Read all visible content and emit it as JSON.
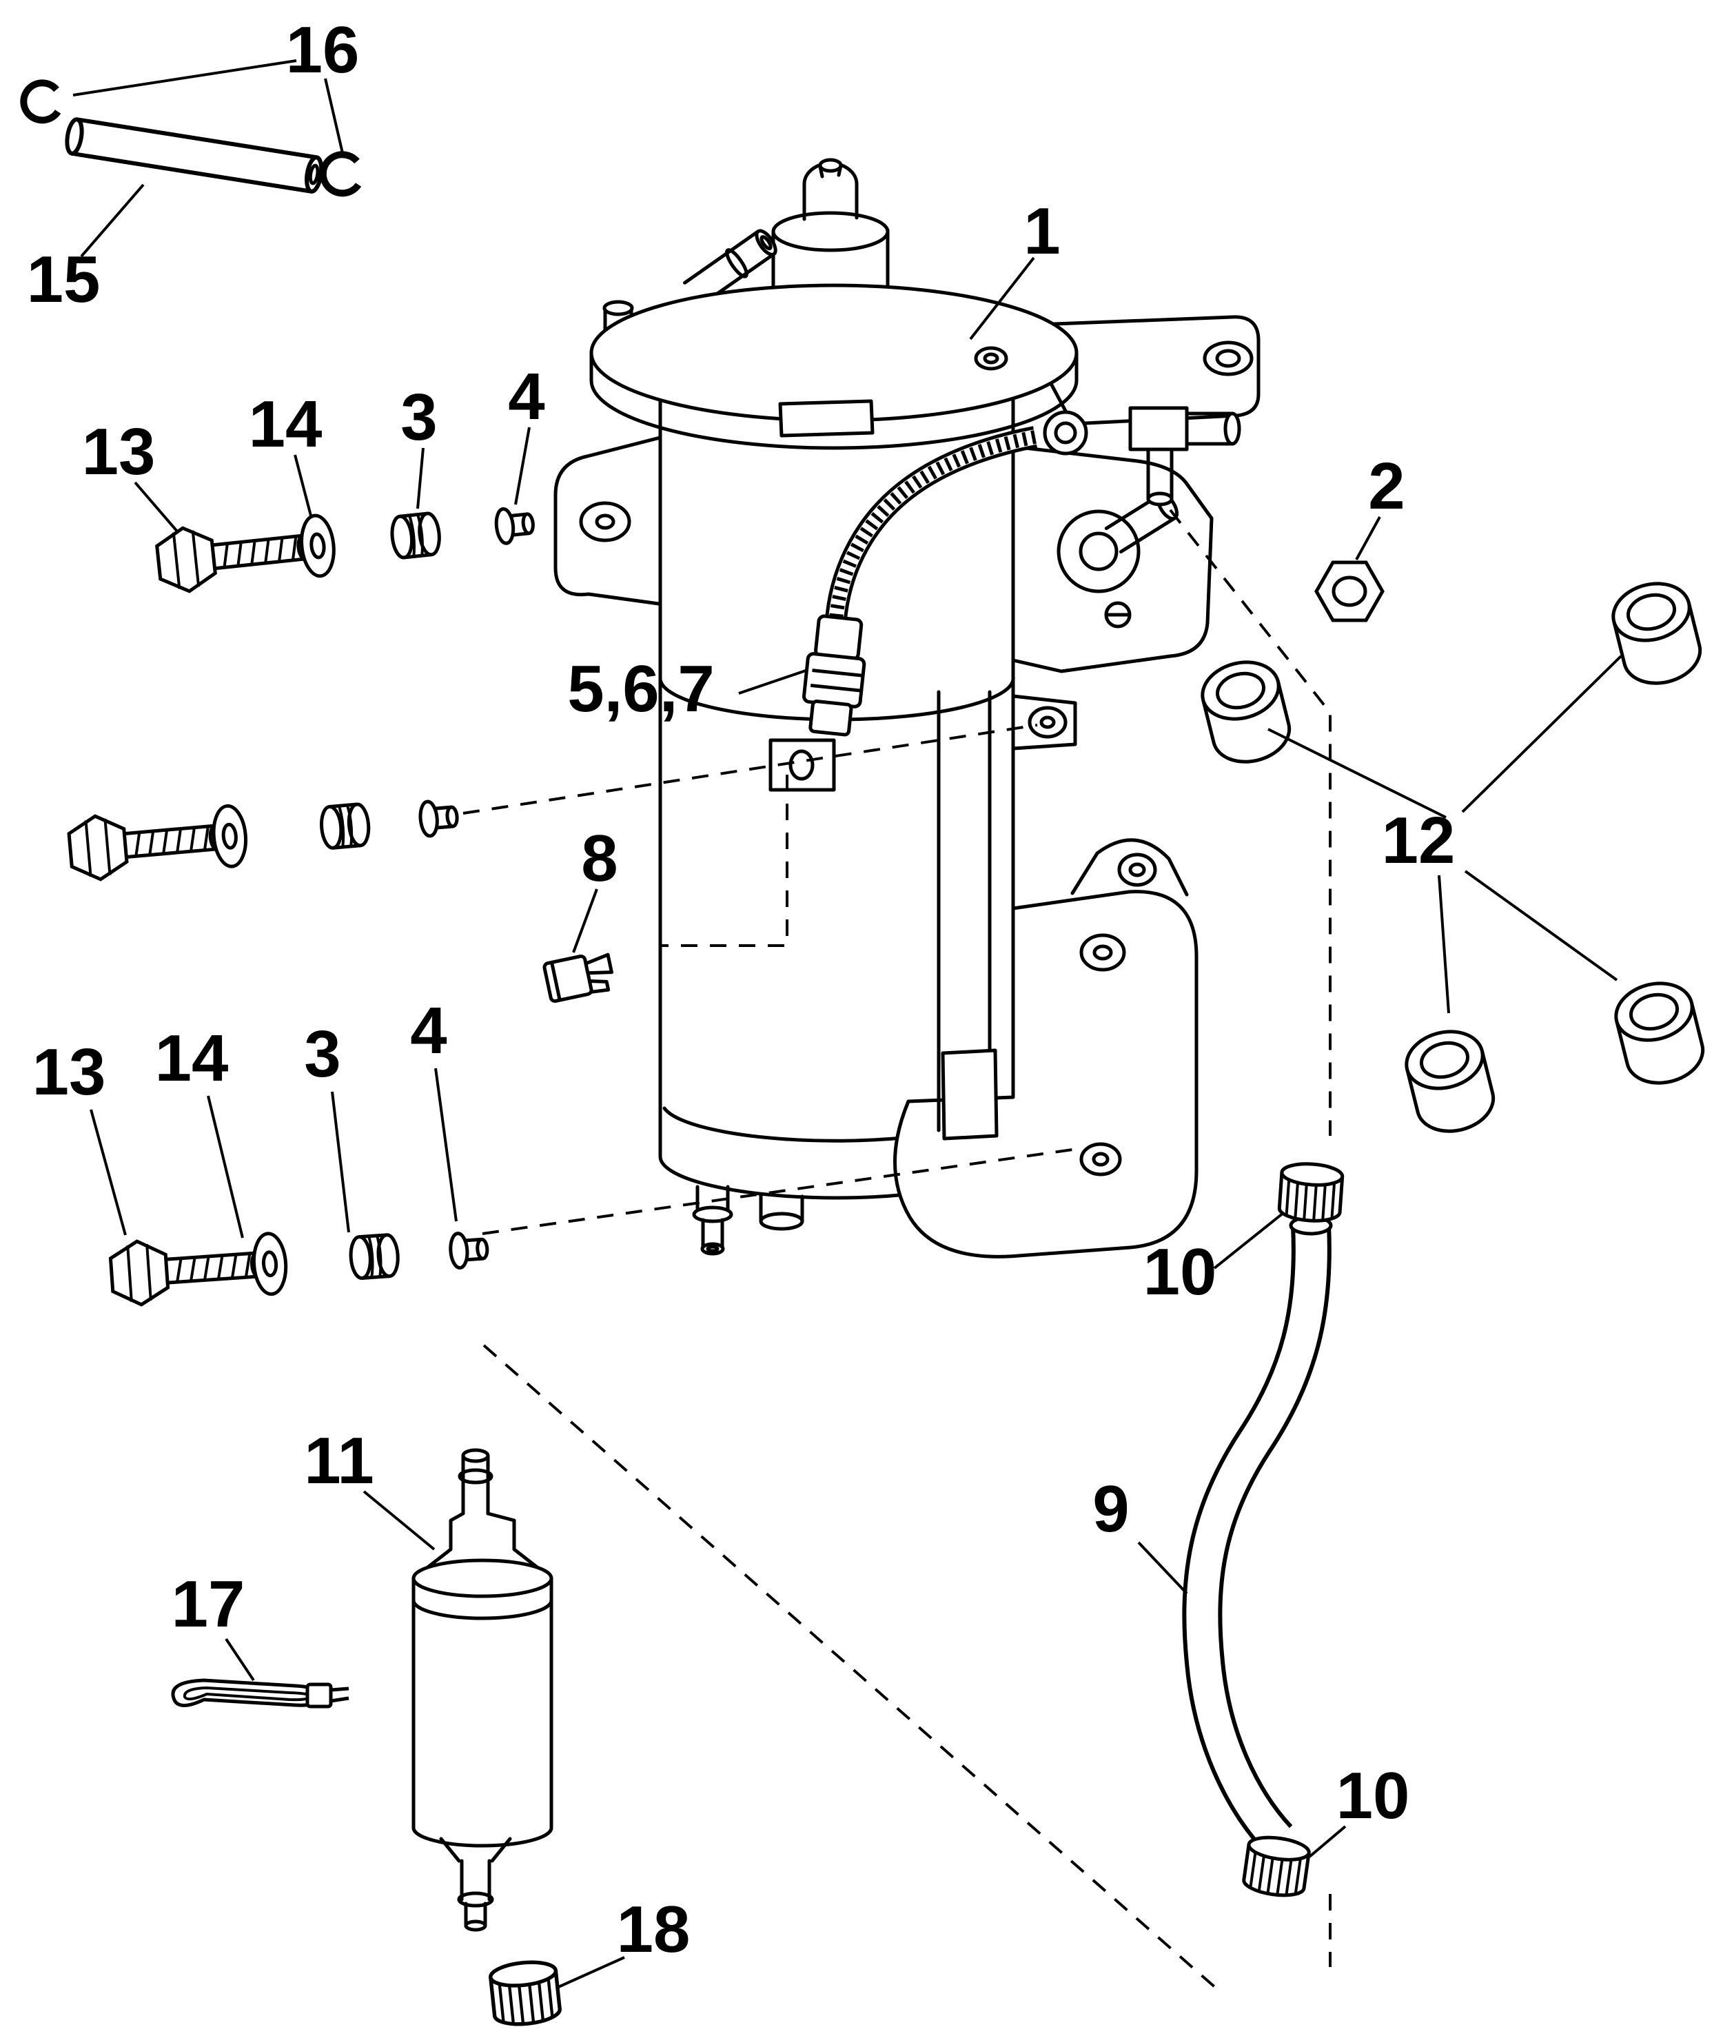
{
  "diagram": {
    "type": "exploded-parts-diagram",
    "subject": "fuel-pump-and-filter-assembly",
    "colors": {
      "background": "#ffffff",
      "line": "#000000",
      "label": "#000000"
    },
    "callouts": [
      {
        "id": "c16",
        "label": "16"
      },
      {
        "id": "c15",
        "label": "15"
      },
      {
        "id": "c1",
        "label": "1"
      },
      {
        "id": "c13a",
        "label": "13"
      },
      {
        "id": "c14a",
        "label": "14"
      },
      {
        "id": "c3a",
        "label": "3"
      },
      {
        "id": "c4a",
        "label": "4"
      },
      {
        "id": "c2",
        "label": "2"
      },
      {
        "id": "c567",
        "label": "5,6,7"
      },
      {
        "id": "c12",
        "label": "12"
      },
      {
        "id": "c8",
        "label": "8"
      },
      {
        "id": "c13b",
        "label": "13"
      },
      {
        "id": "c14b",
        "label": "14"
      },
      {
        "id": "c3b",
        "label": "3"
      },
      {
        "id": "c4b",
        "label": "4"
      },
      {
        "id": "c10a",
        "label": "10"
      },
      {
        "id": "c11",
        "label": "11"
      },
      {
        "id": "c9",
        "label": "9"
      },
      {
        "id": "c17",
        "label": "17"
      },
      {
        "id": "c10b",
        "label": "10"
      },
      {
        "id": "c18",
        "label": "18"
      }
    ]
  }
}
